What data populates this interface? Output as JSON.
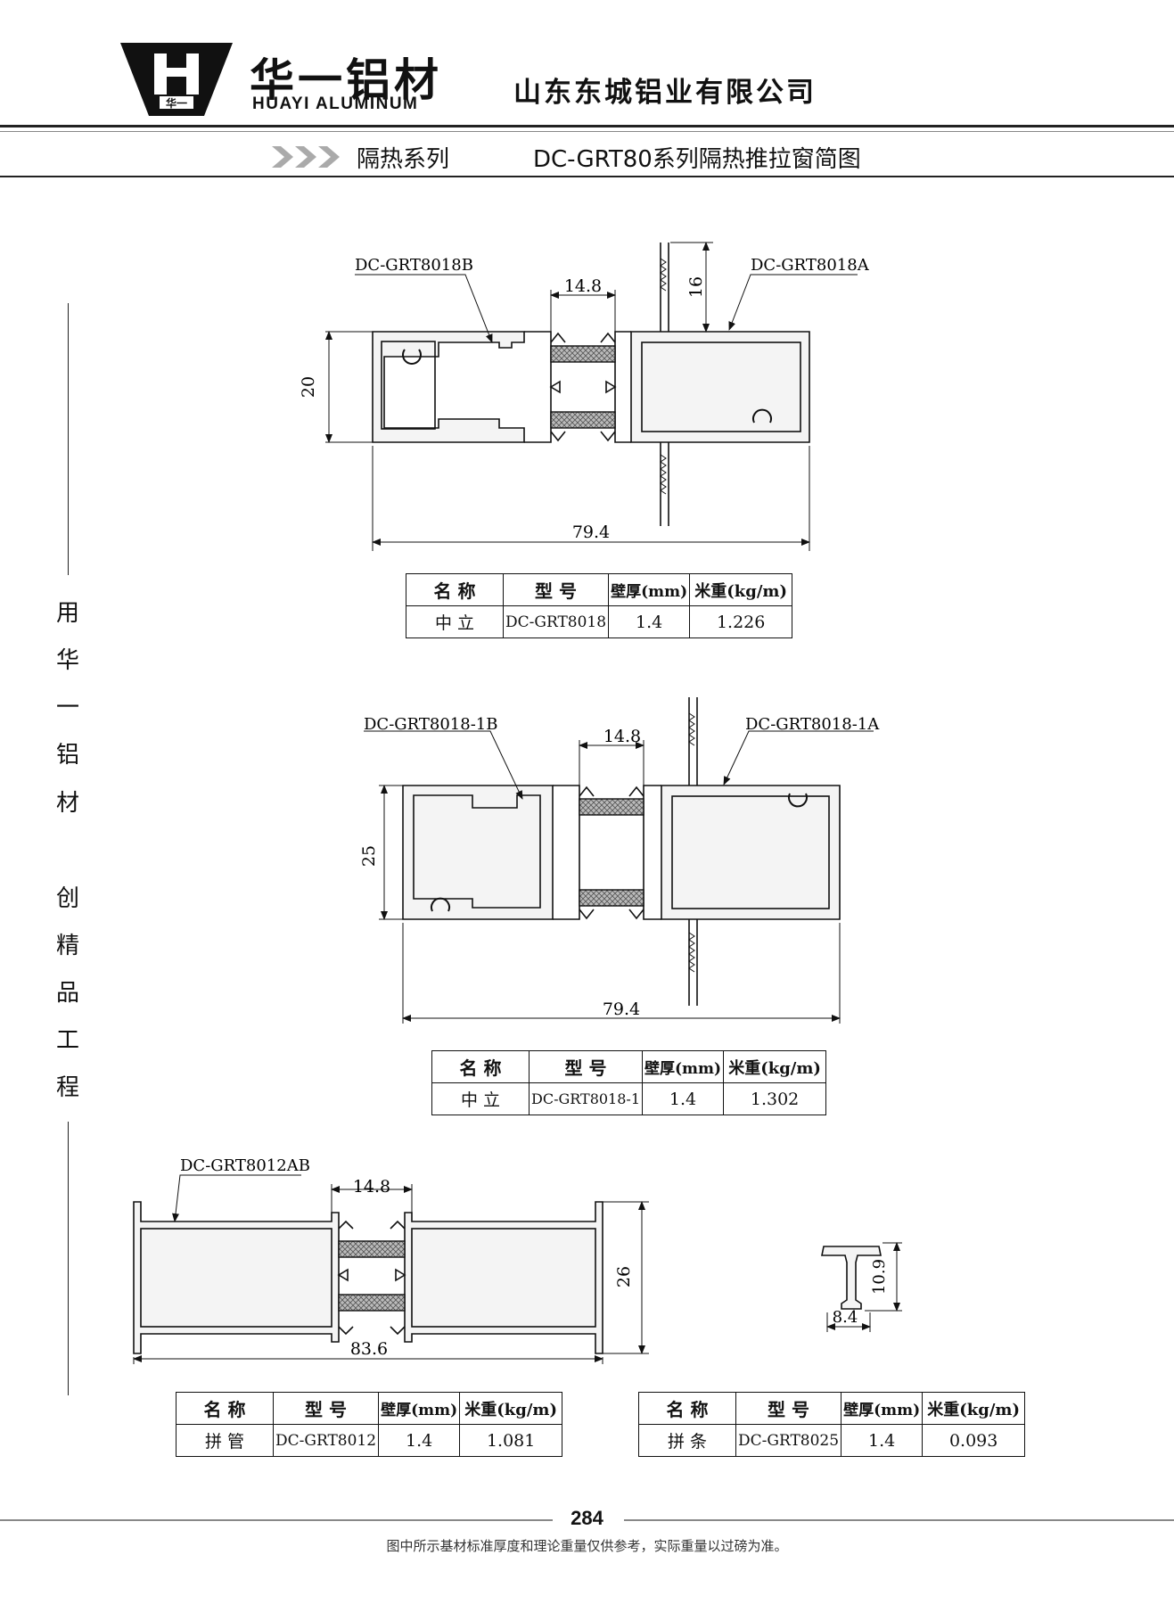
{
  "header": {
    "logo_mark_text": "华一",
    "brand_cn": "华一铝材",
    "brand_en": "HUAYI ALUMINUM",
    "company": "山东东城铝业有限公司",
    "series": "隔热系列",
    "sheet_title": "DC-GRT80系列隔热推拉窗简图"
  },
  "side_motto": [
    "用",
    "华",
    "一",
    "铝",
    "材",
    "创",
    "精",
    "品",
    "工",
    "程"
  ],
  "drawings": {
    "d1": {
      "label_left": "DC-GRT8018B",
      "label_right": "DC-GRT8018A",
      "dim_break": "14.8",
      "dim_fin": "16",
      "dim_height": "20",
      "dim_width": "79.4"
    },
    "d2": {
      "label_left": "DC-GRT8018-1B",
      "label_right": "DC-GRT8018-1A",
      "dim_break": "14.8",
      "dim_height": "25",
      "dim_width": "79.4"
    },
    "d3": {
      "label": "DC-GRT8012AB",
      "dim_break": "14.8",
      "dim_height": "26",
      "dim_width": "83.6"
    },
    "d4": {
      "dim_height": "10.9",
      "dim_width": "8.4"
    }
  },
  "tables": {
    "headers": [
      "名 称",
      "型 号",
      "壁厚(mm)",
      "米重(kg/m)"
    ],
    "t1": [
      "中 立",
      "DC-GRT8018",
      "1.4",
      "1.226"
    ],
    "t2": [
      "中 立",
      "DC-GRT8018-1",
      "1.4",
      "1.302"
    ],
    "t3": [
      "拼 管",
      "DC-GRT8012",
      "1.4",
      "1.081"
    ],
    "t4": [
      "拼 条",
      "DC-GRT8025",
      "1.4",
      "0.093"
    ]
  },
  "footer": {
    "page_number": "284",
    "note": "图中所示基材标准厚度和理论重量仅供参考，实际重量以过磅为准。"
  }
}
